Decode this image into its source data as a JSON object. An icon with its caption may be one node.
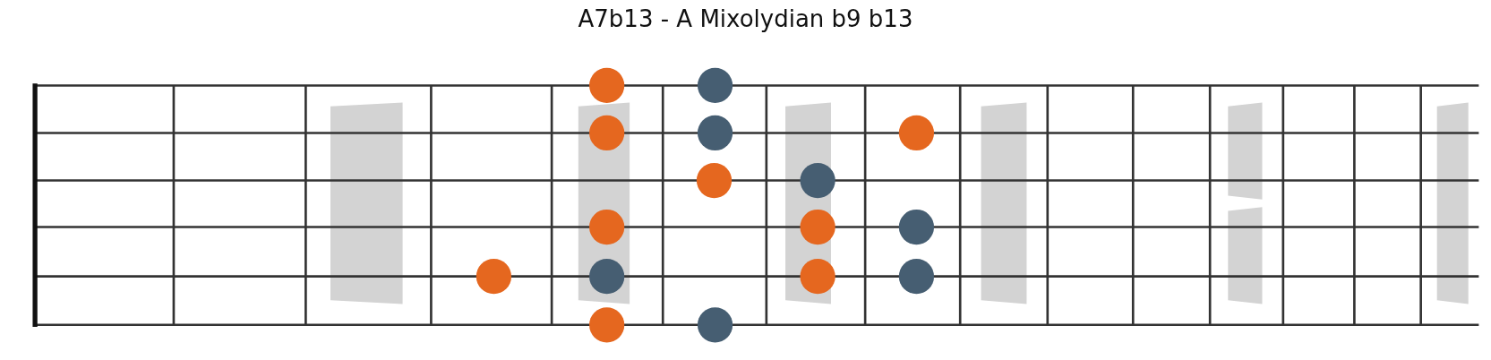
{
  "diagram": {
    "title": "A7b13 - A Mixolydian b9 b13",
    "nodes": [
      {
        "text": [],
        "shape": "circle"
      },
      {
        "text": [],
        "shape": "circle"
      },
      {
        "text": [],
        "shape": "circle"
      },
      {
        "text": [],
        "shape": "circle"
      },
      {
        "text": [],
        "shape": "circle"
      },
      {
        "text": [],
        "shape": "circle"
      },
      {
        "text": [],
        "shape": "circle"
      },
      {
        "text": [],
        "shape": "circle"
      },
      {
        "text": [],
        "shape": "circle"
      },
      {
        "text": [],
        "shape": "circle"
      },
      {
        "text": [],
        "shape": "circle"
      },
      {
        "text": [],
        "shape": "circle"
      },
      {
        "text": [],
        "shape": "circle"
      },
      {
        "text": [],
        "shape": "circle"
      },
      {
        "text": [],
        "shape": "circle"
      },
      {
        "text": [],
        "shape": "circle"
      }
    ]
  }
}
